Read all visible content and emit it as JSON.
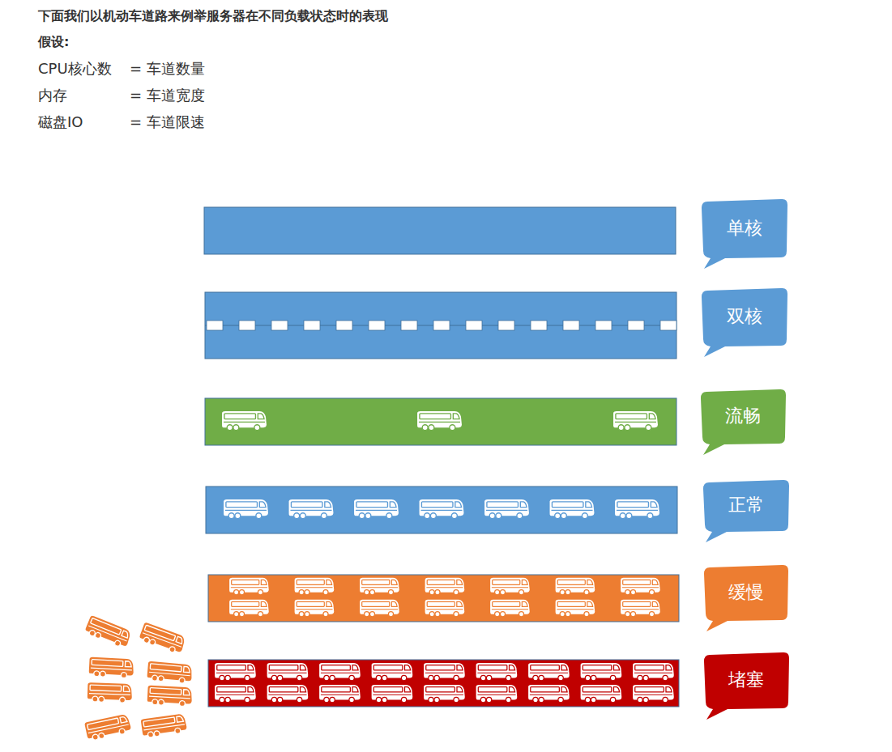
{
  "diagram": {
    "title": "下面我们以机动车道路来例举服务器在不同负载状态时的表现",
    "nodes": [
      {
        "text": [
          "单核"
        ]
      },
      {
        "text": [
          "双核"
        ]
      },
      {
        "text": [
          "流畅"
        ]
      },
      {
        "text": [
          "正常"
        ]
      },
      {
        "text": [
          "缓慢"
        ]
      },
      {
        "text": [
          "堵塞"
        ]
      }
    ],
    "labels": [
      "假设:",
      "CPU核心数",
      "= 车道数量",
      "内存",
      "= 车道宽度",
      "磁盘IO",
      "= 车道限速"
    ]
  }
}
